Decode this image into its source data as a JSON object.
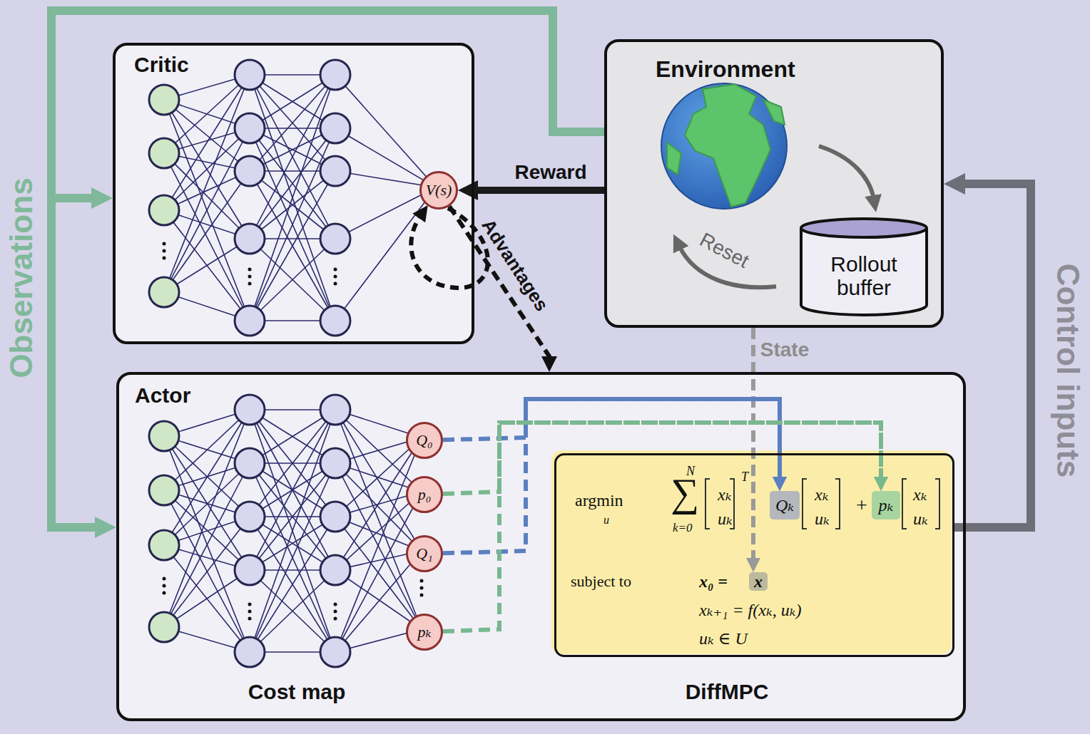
{
  "diagram": {
    "nodes": [
      {
        "text": [
          "Critic"
        ]
      },
      {
        "text": [
          "V(s)"
        ],
        "in": 0
      },
      {
        "text": [
          "Environment"
        ]
      },
      {
        "text": [
          "Rollout buffer"
        ],
        "in": 2
      },
      {
        "text": [
          "Actor",
          "Cost map",
          "DiffMPC"
        ]
      },
      {
        "text": [
          "Q₀"
        ],
        "in": 4
      },
      {
        "text": [
          "p₀"
        ],
        "in": 4
      },
      {
        "text": [
          "Q₁"
        ],
        "in": 4
      },
      {
        "text": [
          "pₖ"
        ],
        "in": 4
      },
      {
        "text": [
          "argmin",
          "u",
          "N",
          "∑",
          "k=0",
          "T",
          "xₖ",
          "uₖ",
          "xₖ",
          "uₖ",
          "+",
          "xₖ",
          "uₖ",
          "subject to",
          "x₀ =",
          "xₖ₊₁ = f(xₖ, uₖ)",
          "uₖ ∈ U"
        ],
        "in": 4
      },
      {
        "text": [
          "Qₖ"
        ],
        "in": 9
      },
      {
        "text": [
          "pₖ"
        ],
        "in": 9
      },
      {
        "text": [
          "x"
        ],
        "in": 9
      }
    ],
    "edges": [
      {
        "from": 2,
        "to": 0,
        "arrow": "to"
      },
      {
        "from": 2,
        "to": 4,
        "arrow": "to"
      },
      {
        "from": 2,
        "to": 1,
        "label": "Reward",
        "arrow": "to"
      },
      {
        "from": 1,
        "to": 4,
        "label": "Advantages",
        "arrow": "to"
      },
      {
        "from": 2,
        "to": 12,
        "label": "State",
        "arrow": "to"
      },
      {
        "from": 9,
        "to": 2,
        "label": "Control inputs",
        "arrow": "to"
      },
      {
        "from": 5,
        "to": 10,
        "arrow": "to"
      },
      {
        "from": 7,
        "to": 10,
        "arrow": "to"
      },
      {
        "from": 6,
        "to": 11,
        "arrow": "to"
      },
      {
        "from": 8,
        "to": 11,
        "arrow": "to"
      }
    ],
    "labels": [
      "Observations",
      "Reset"
    ]
  }
}
